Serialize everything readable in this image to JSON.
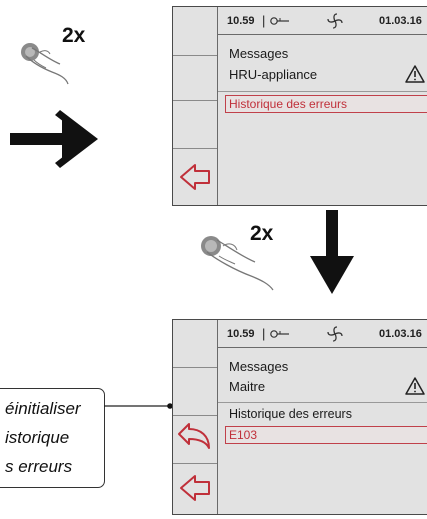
{
  "instructions": {
    "press_count_top": "2x",
    "press_count_middle": "2x"
  },
  "callout": {
    "lines": [
      "éinitialiser",
      "istorique",
      "s erreurs"
    ]
  },
  "screen_top": {
    "status": {
      "time": "10.59",
      "date": "01.03.16"
    },
    "menu": {
      "title": "Messages",
      "device": "HRU-appliance",
      "selected_item": "Historique des erreurs"
    }
  },
  "screen_bottom": {
    "status": {
      "time": "10.59",
      "date": "01.03.16"
    },
    "menu": {
      "title": "Messages",
      "device": "Maitre",
      "section": "Historique des erreurs",
      "selected_item": "E103"
    }
  },
  "colors": {
    "accent_red": "#c0303a",
    "screen_bg": "#e2e2e2",
    "arrow": "#111111"
  },
  "icons": [
    "finger-press-icon",
    "arrow-right-icon",
    "arrow-down-icon",
    "return-arrow-icon",
    "back-arrow-icon",
    "key-icon",
    "fan-icon",
    "warning-icon"
  ]
}
